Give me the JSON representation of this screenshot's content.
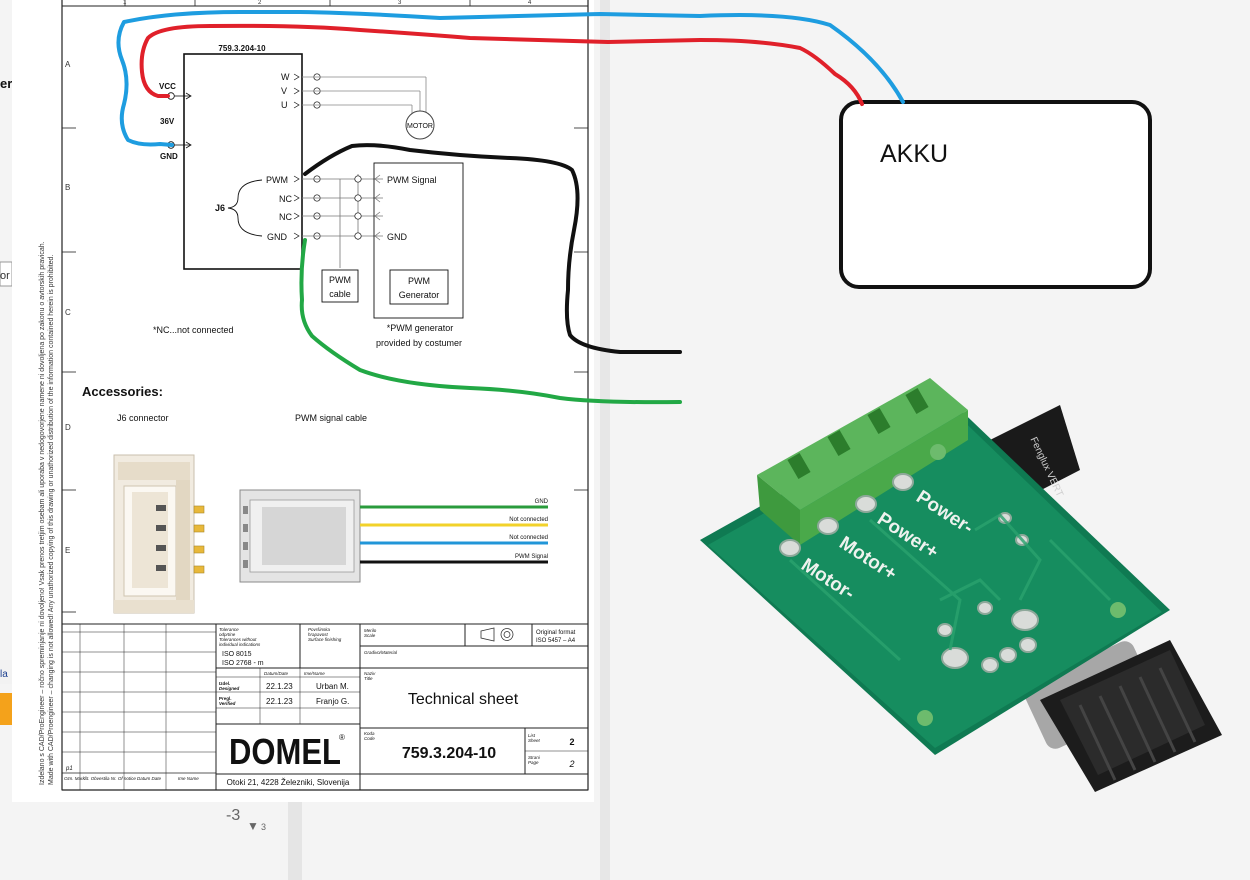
{
  "diagram": {
    "grid_cols": [
      "1",
      "2",
      "3",
      "4"
    ],
    "grid_rows": [
      "A",
      "B",
      "C",
      "D",
      "E"
    ],
    "part_number": "759.3.204-10",
    "power_pins": [
      "VCC",
      "36V",
      "GND"
    ],
    "motor_pins": [
      "W",
      "V",
      "U"
    ],
    "motor_label": "MOTOR",
    "connector_name": "J6",
    "j6_pins": [
      "PWM",
      "NC",
      "NC",
      "GND"
    ],
    "generator_pins": [
      "PWM Signal",
      "GND"
    ],
    "pwm_cable_lines": [
      "PWM",
      "cable"
    ],
    "pwm_generator_lines": [
      "PWM",
      "Generator"
    ],
    "nc_note": "*NC...not connected",
    "generator_note_lines": [
      "*PWM generator",
      "provided by costumer"
    ],
    "akku_label": "AKKU"
  },
  "accessories": {
    "heading": "Accessories:",
    "j6_connector": "J6 connector",
    "pwm_signal_cable": "PWM signal cable",
    "wires": [
      "GND",
      "Not connected",
      "Not connected",
      "PWM Signal"
    ]
  },
  "side_note_lines": [
    "Izdelano s CAD/ProEngineer – ročno spreminjanje ni dovoljeno! Vsak prenos tretjim osebam ali uporaba v nedogovorjene namene ni dovoljena po zakonu o avtorskih pravicah.",
    "Made with CAD/Proengineer – changing is not allowed! Any unathorized copying of this drawing or unathorized distribution of the information contained herein is prohibited."
  ],
  "title_block": {
    "tolerance_lines": [
      "Tolerance",
      "odprtine",
      "Tolerances without",
      "individual indications",
      "ISO 8015",
      "ISO 2768 - m"
    ],
    "surface_lines": [
      "Površinska",
      "hrapavost",
      "Surface finishing"
    ],
    "scale_lines": [
      "Merilo",
      "Scale"
    ],
    "format_lines": [
      "Original format",
      "ISO 5457 – A4"
    ],
    "material": "Gradivo/Material",
    "date_head": "Datum/Date",
    "name_head": "Ime/Name",
    "designed_lines": [
      "Izdel.",
      "Designed"
    ],
    "verified_lines": [
      "Pregl.",
      "Verified"
    ],
    "designed_date": "22.1.23",
    "verified_date": "22.1.23",
    "designed_name": "Urban M.",
    "verified_name": "Franjo G.",
    "title_small": [
      "Naziv",
      "Title"
    ],
    "title": "Technical sheet",
    "code_small": [
      "Koda",
      "Code"
    ],
    "code": "759.3.204-10",
    "sheet_small": [
      "List",
      "Sheet"
    ],
    "sheet": "2",
    "pages_small": [
      "Strani",
      "Page"
    ],
    "pages": "2",
    "brand": "DOMEL",
    "address": "Otoki 21, 4228 Železniki, Slovenija",
    "rev_mark": "p1",
    "rev_cols": [
      "Ozn. Mark",
      "Št. Obvestila Nr. Of notice",
      "Datum Date",
      "Ime Name"
    ]
  },
  "board": {
    "labels": [
      "Power-",
      "Power+",
      "Motor+",
      "Motor-"
    ],
    "pot_text": "Fenglux VERT"
  },
  "background": {
    "left_fragments": [
      "er:",
      "la",
      "or"
    ],
    "below_sheet": "-3"
  },
  "colors": {
    "wire_red": "#e0202a",
    "wire_blue": "#1e9de0",
    "wire_black": "#111111",
    "wire_green": "#22a845",
    "board": "#128a5c",
    "terminal": "#4fae4f"
  }
}
